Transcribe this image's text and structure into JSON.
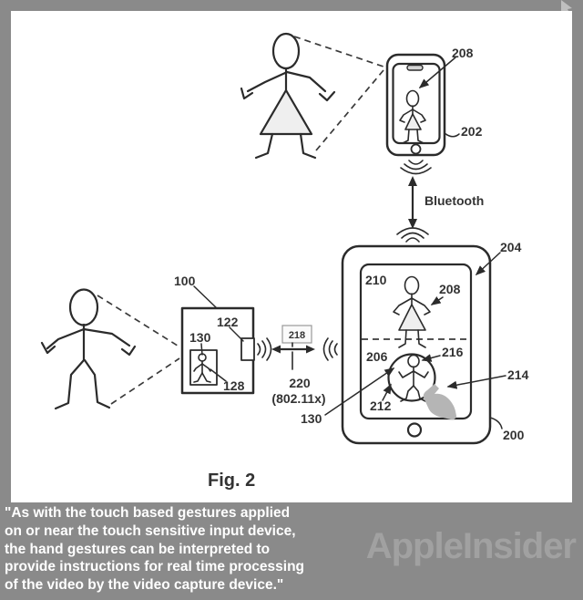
{
  "colors": {
    "c-frame": "#8a8a8a",
    "c-canvas": "#ffffff",
    "c-line": "#2b2b2b",
    "c-label": "#333333",
    "c-light": "#efefef",
    "c-hand": "#b5b5b5",
    "c-quote": "#ffffff",
    "c-watermark": "#a1a1a1"
  },
  "diagram": {
    "caption": "Fig. 2",
    "connections": {
      "bluetooth": "Bluetooth",
      "wifi_tag": "218",
      "wifi_ref": "220",
      "wifi_protocol": "(802.11x)"
    },
    "refs": {
      "phone_figure": "208",
      "phone": "202",
      "tablet": "204",
      "tablet_top_pane": "210",
      "tablet_top_figure": "208",
      "tablet_bottom_pane": "206",
      "circle_figure_head": "216",
      "circle": "212",
      "touch_gesture": "214",
      "tablet_device": "200",
      "capture_device": "100",
      "transceiver": "122",
      "capture_window": "130",
      "capture_figure": "128",
      "video_feed": "130"
    }
  },
  "footer": {
    "quote_lines": [
      "\"As with the touch based gestures applied",
      "on or near the touch sensitive input device,",
      "the hand gestures can be interpreted to",
      "provide instructions for real time processing",
      "of the video by the video capture device.\""
    ],
    "watermark": "AppleInsider"
  }
}
